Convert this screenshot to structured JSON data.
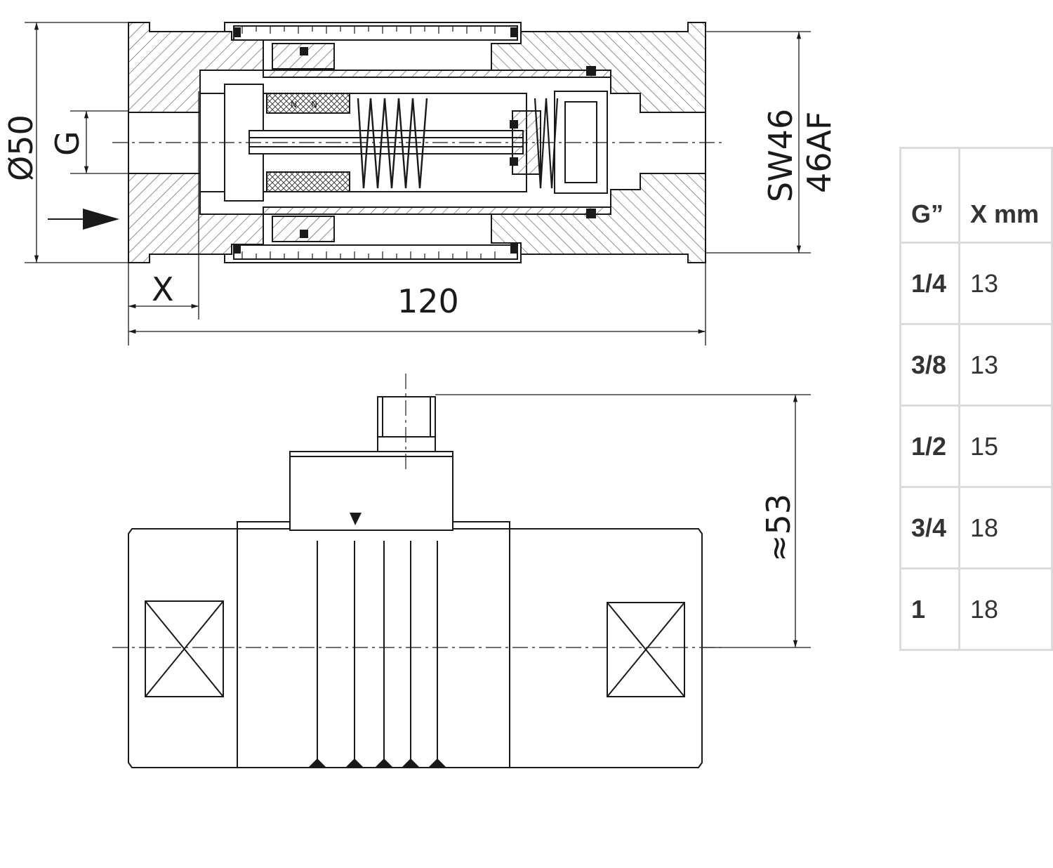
{
  "colors": {
    "line": "#1a1a1a",
    "hatch": "#5a5a5a",
    "table_border": "#dcdcdc",
    "table_text": "#333333"
  },
  "top_view": {
    "dim_diameter": "Ø50",
    "dim_thread": "G",
    "dim_wrench_sw": "SW46",
    "dim_wrench_af": "46AF",
    "dim_offset": "X",
    "dim_length": "120",
    "magnet_label_1": "N",
    "magnet_label_2": "N"
  },
  "side_view": {
    "dim_height": "≈53"
  },
  "table": {
    "headers": [
      "G”",
      "X mm"
    ],
    "rows": [
      [
        "1/4",
        "13"
      ],
      [
        "3/8",
        "13"
      ],
      [
        "1/2",
        "15"
      ],
      [
        "3/4",
        "18"
      ],
      [
        "1",
        "18"
      ]
    ]
  }
}
